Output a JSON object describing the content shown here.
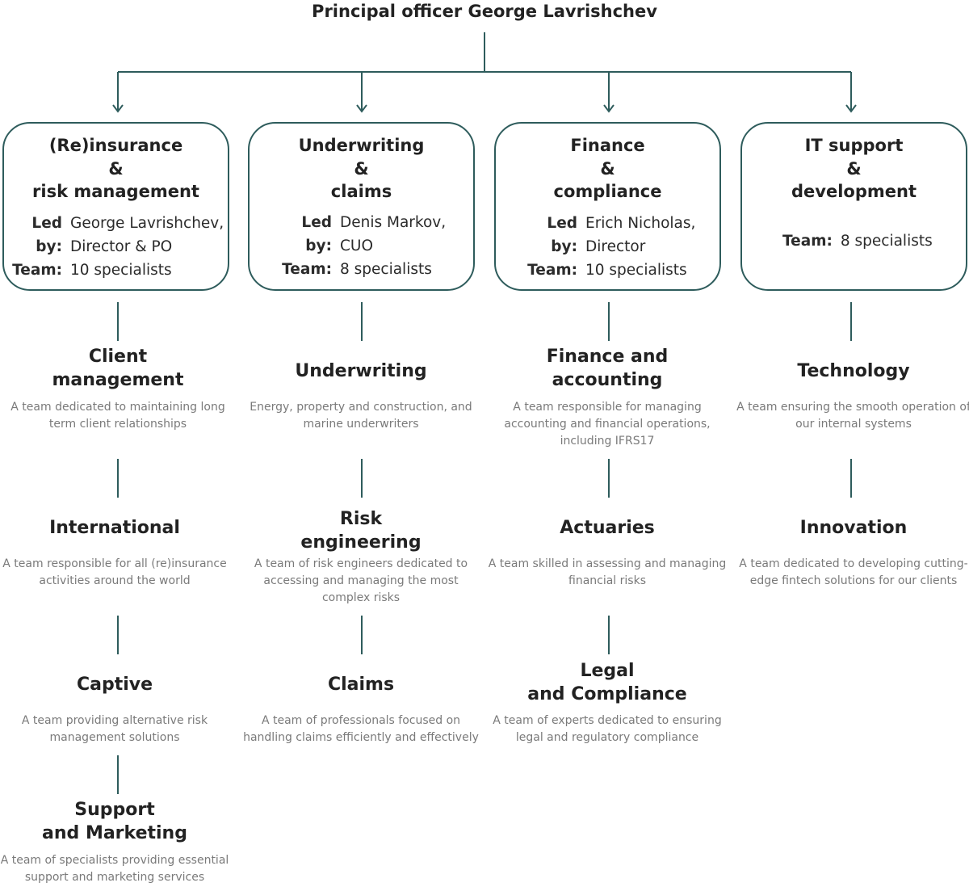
{
  "principal": "Principal officer George Lavrishchev",
  "colors": {
    "line": "#2e5c5c",
    "desc": "#7a7a7a"
  },
  "labels": {
    "led_by": "Led by:",
    "team": "Team:"
  },
  "departments": [
    {
      "name": "(Re)insurance\n&\nrisk management",
      "led_by": "George Lavrishchev,\nDirector & PO",
      "team": "10 specialists",
      "teams": [
        {
          "name": "Client\nmanagement",
          "desc": "A team dedicated to maintaining long\nterm client relationships"
        },
        {
          "name": "International",
          "desc": "A team responsible for all (re)insurance\nactivities around the world"
        },
        {
          "name": "Captive",
          "desc": "A team providing alternative risk\nmanagement solutions"
        },
        {
          "name": "Support\nand Marketing",
          "desc": "A team of specialists providing essential\nsupport and marketing services"
        }
      ]
    },
    {
      "name": "Underwriting\n&\nclaims",
      "led_by": "Denis Markov,\nCUO",
      "team": "8 specialists",
      "teams": [
        {
          "name": "Underwriting",
          "desc": "Energy, property and construction, and\nmarine underwriters"
        },
        {
          "name": "Risk\nengineering",
          "desc": "A team of risk engineers dedicated to\naccessing and managing the most\ncomplex risks"
        },
        {
          "name": "Claims",
          "desc": "A team of professionals focused on\nhandling claims efficiently and effectively"
        }
      ]
    },
    {
      "name": "Finance\n&\ncompliance",
      "led_by": "Erich Nicholas,\nDirector",
      "team": "10 specialists",
      "teams": [
        {
          "name": "Finance and\naccounting",
          "desc": "A team responsible for managing\naccounting and financial operations,\nincluding IFRS17"
        },
        {
          "name": "Actuaries",
          "desc": "A team skilled in assessing and managing\nfinancial risks"
        },
        {
          "name": "Legal\nand Compliance",
          "desc": "A team of experts dedicated to ensuring\nlegal and regulatory compliance"
        }
      ]
    },
    {
      "name": "IT support\n&\ndevelopment",
      "team": "8 specialists",
      "teams": [
        {
          "name": "Technology",
          "desc": "A team ensuring the smooth operation of\nour internal systems"
        },
        {
          "name": "Innovation",
          "desc": "A team dedicated to developing cutting-\nedge fintech solutions for our clients"
        }
      ]
    }
  ]
}
